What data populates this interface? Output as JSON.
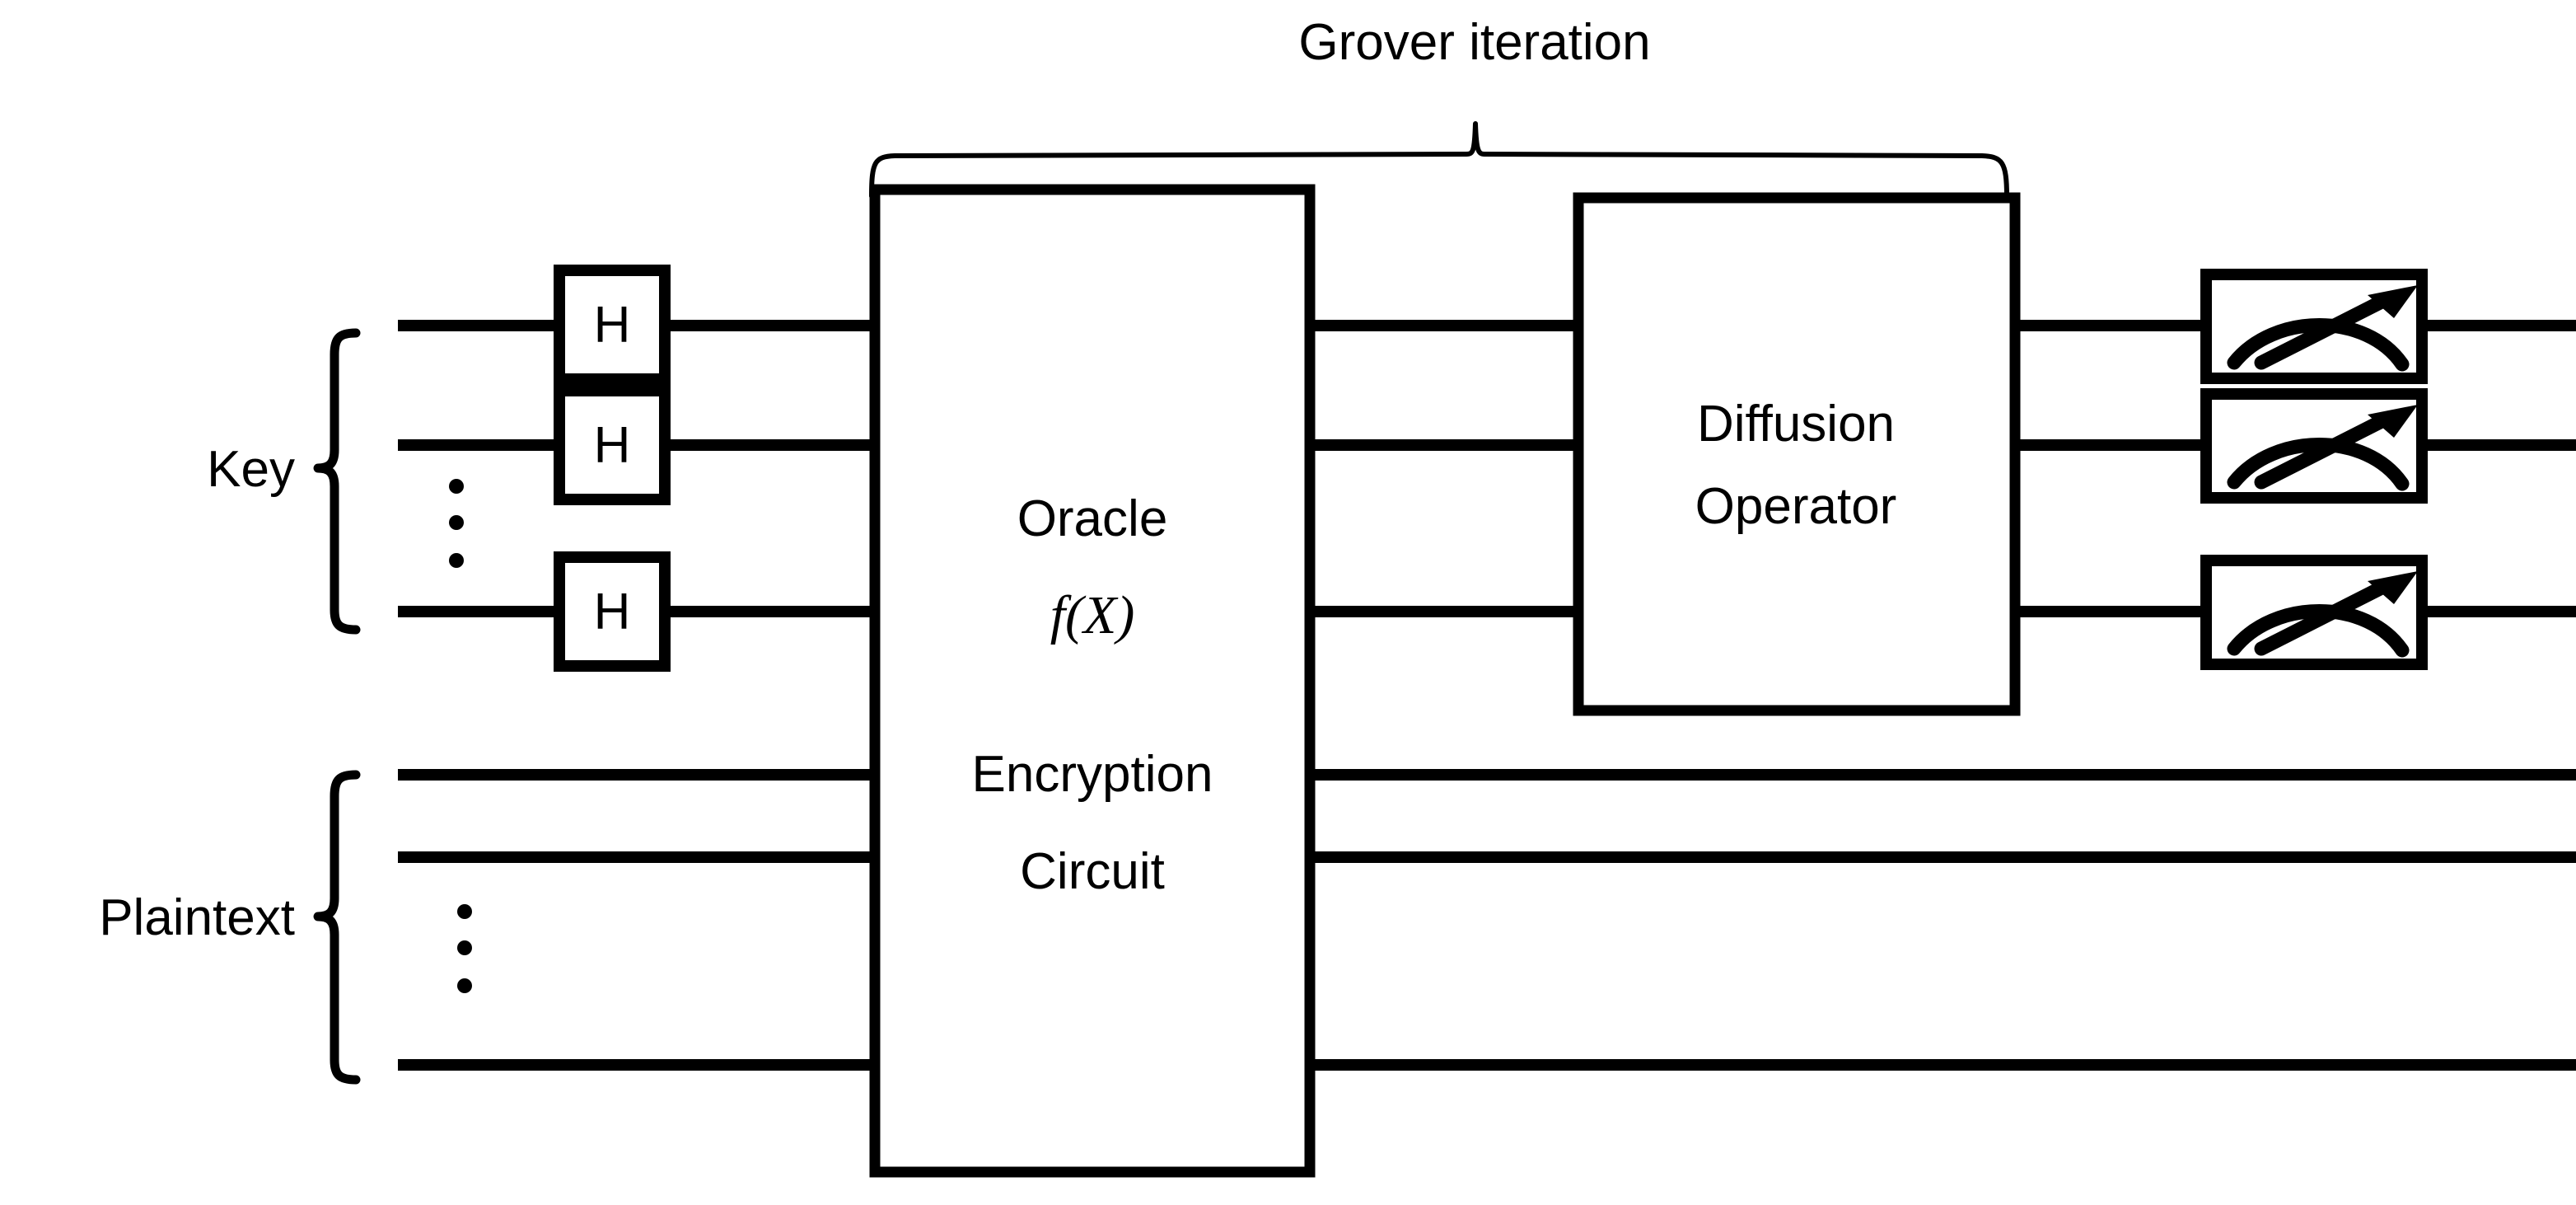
{
  "diagram": {
    "title": "Grover iteration",
    "type": "quantum-circuit",
    "background_color": "#ffffff",
    "line_color": "#000000"
  },
  "labels": {
    "grover_iteration": "Grover iteration",
    "key": "Key",
    "plaintext": "Plaintext"
  },
  "gates": {
    "hadamard": [
      {
        "label": "H"
      },
      {
        "label": "H"
      },
      {
        "label": "H"
      }
    ],
    "oracle": {
      "line1": "Oracle",
      "line2": "f(X)",
      "line2_f": "f",
      "line2_paren_open": "(",
      "line2_var": "X",
      "line2_paren_close": ")",
      "line3": "Encryption",
      "line4": "Circuit"
    },
    "diffusion": {
      "line1": "Diffusion",
      "line2": "Operator"
    },
    "measurements": [
      {
        "name": "measurement-meter-1"
      },
      {
        "name": "measurement-meter-2"
      },
      {
        "name": "measurement-meter-3"
      }
    ]
  },
  "registers": {
    "key": {
      "label": "Key",
      "wire_count_shown": 3,
      "ellipsis": "vertical-dots"
    },
    "plaintext": {
      "label": "Plaintext",
      "wire_count_shown": 3,
      "ellipsis": "vertical-dots"
    }
  },
  "icons": {
    "meter": "measurement-meter-icon",
    "vertical_ellipsis": "vertical-ellipsis-icon",
    "curly_brace_left": "curly-brace-icon",
    "top_brace": "top-brace-icon"
  }
}
